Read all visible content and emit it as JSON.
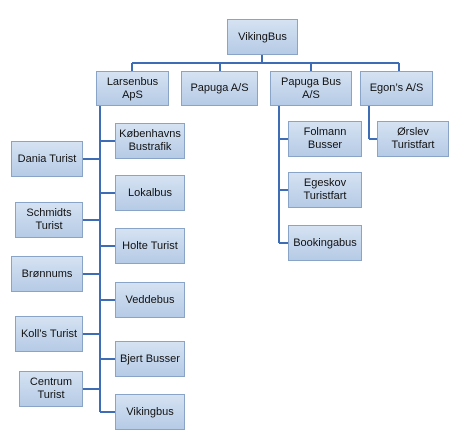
{
  "root": {
    "label": "VikingBus"
  },
  "companies": [
    {
      "label": "Larsenbus\nApS",
      "subsidiaries": [
        "Københavns\nBustrafik",
        "Lokalbus",
        "Holte Turist",
        "Veddebus",
        "Bjert Busser",
        "Vikingbus"
      ],
      "acquired": [
        "Dania Turist",
        "Schmidts\nTurist",
        "Brønnums",
        "Koll’s Turist",
        "Centrum\nTurist"
      ]
    },
    {
      "label": "Papuga A/S",
      "subsidiaries": []
    },
    {
      "label": "Papuga Bus\nA/S",
      "subsidiaries": [
        "Folmann\nBusser",
        "Egeskov\nTuristfart",
        "Bookingabus"
      ]
    },
    {
      "label": "Egon’s A/S",
      "subsidiaries": [
        "Ørslev\nTuristfart"
      ]
    }
  ],
  "colors": {
    "line": "#3f6db5",
    "box_border": "#8aa4c8",
    "box_fill_top": "#d5e2f2",
    "box_fill_bottom": "#b6cbe6"
  }
}
